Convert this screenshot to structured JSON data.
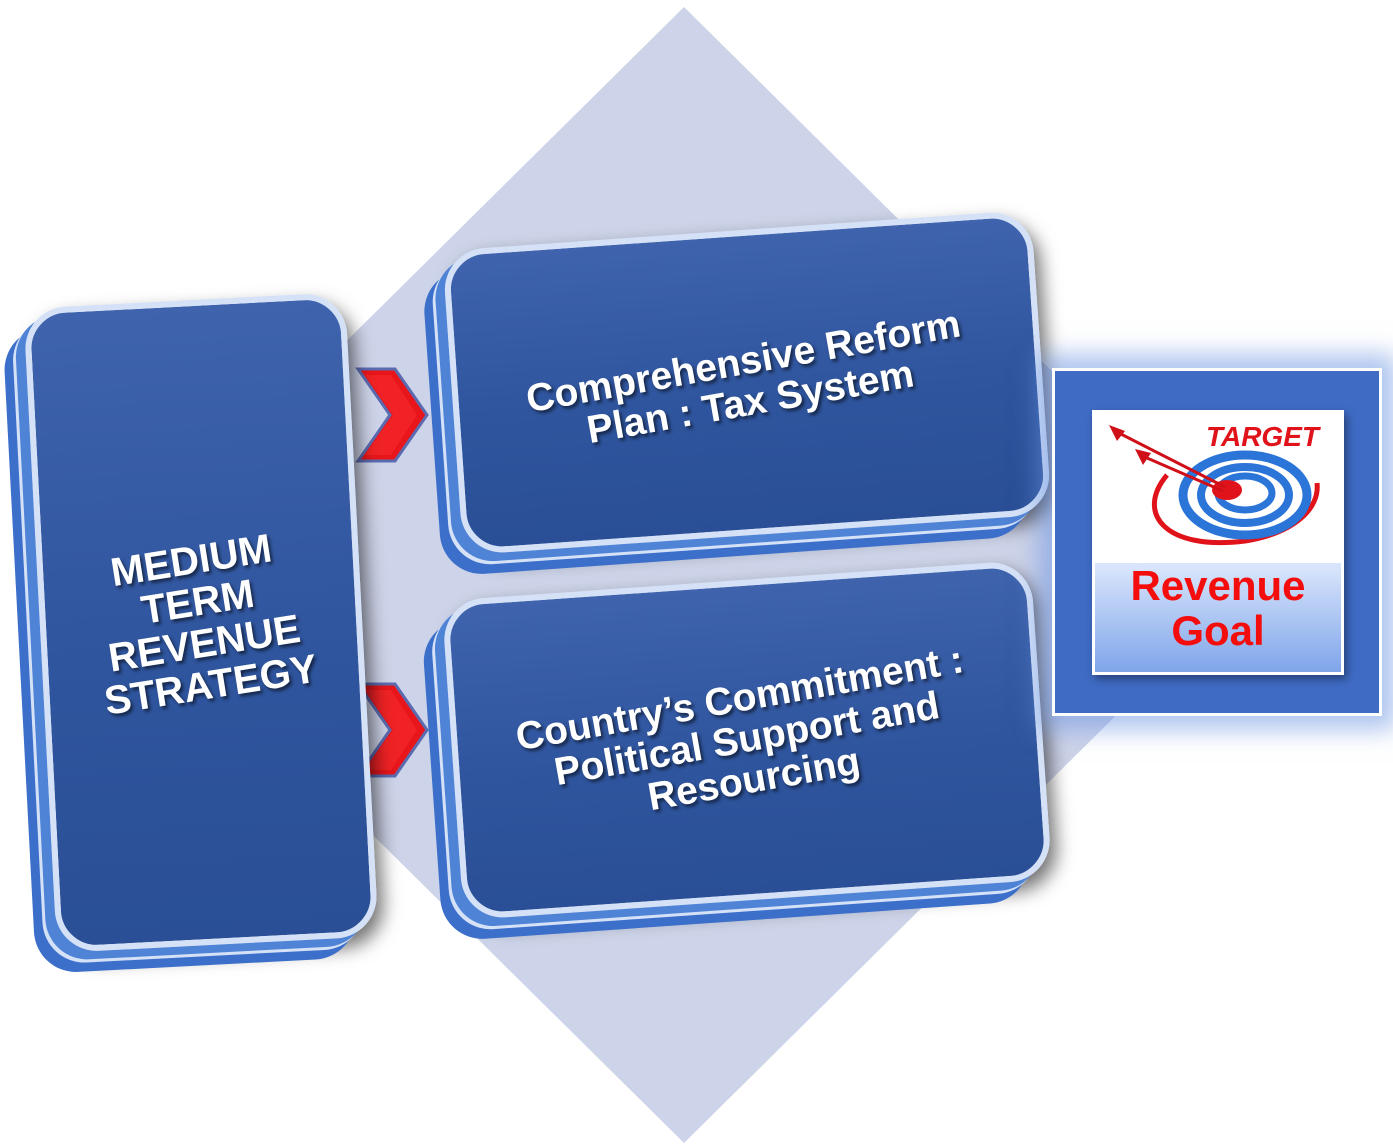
{
  "strategy": {
    "lines": [
      "MEDIUM",
      "TERM",
      "REVENUE",
      "STRATEGY"
    ]
  },
  "reform": {
    "lines": [
      "Comprehensive Reform",
      "Plan : Tax System"
    ]
  },
  "commitment": {
    "lines": [
      "Country’s Commitment :",
      "Political Support and",
      "Resourcing"
    ]
  },
  "goal": {
    "target_label": "TARGET",
    "lines": [
      "Revenue",
      "Goal"
    ]
  },
  "colors": {
    "diamond": "#cdd3e8",
    "box_fill": "#3059a3",
    "chevron": "#e8161b",
    "goal_text": "#f40d0d",
    "target_blue": "#2b74d8"
  },
  "icons": [
    "chevron-right-icon",
    "target-icon"
  ]
}
